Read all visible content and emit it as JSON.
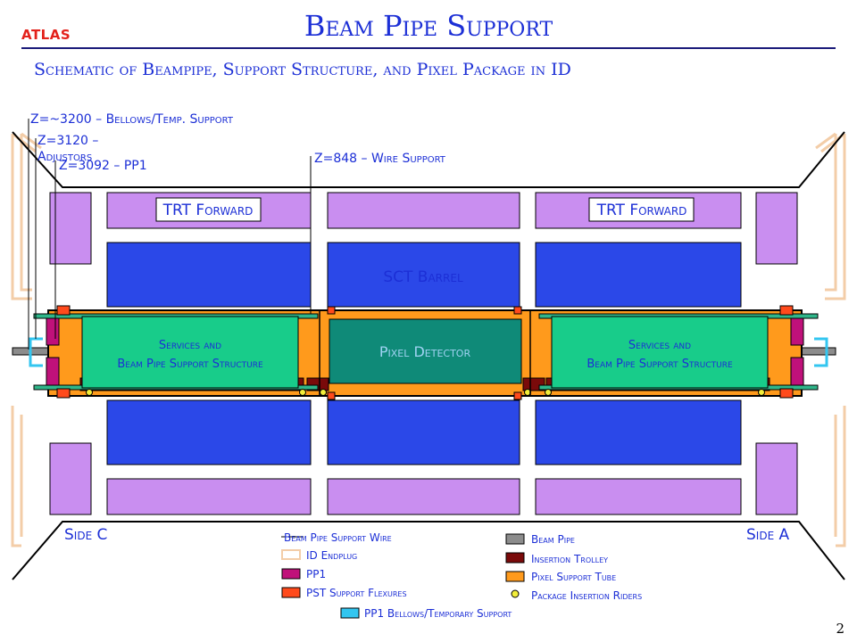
{
  "header": {
    "title": "Beam Pipe Support",
    "logo": "ATLAS",
    "subtitle": "Schematic of Beampipe, Support Structure, and Pixel Package in ID",
    "page_number": "2"
  },
  "annotations": {
    "z_3200": "Z=~3200 – Bellows/Temp. Support",
    "z_3120_line1": "Z=3120 –",
    "z_3120_line2": "Adjustors",
    "z_3092": "Z=3092 – PP1",
    "z_848": "Z=848 – Wire Support"
  },
  "regions": {
    "trt_forward_left": "TRT Forward",
    "trt_forward_right": "TRT Forward",
    "sct_barrel": "SCT Barrel",
    "pixel_detector": "Pixel Detector",
    "services_left_line1": "Services and",
    "services_left_line2": "Beam Pipe Support Structure",
    "services_right_line1": "Services and",
    "services_right_line2": "Beam Pipe Support Structure",
    "side_c": "Side C",
    "side_a": "Side A"
  },
  "legend": {
    "left": [
      {
        "label": "Beam Pipe Support Wire",
        "swatch": "line"
      },
      {
        "label": "ID Endplug",
        "swatch": "outline",
        "color": "#f3cda8"
      },
      {
        "label": "PP1",
        "swatch": "fill",
        "color": "#c0117a"
      },
      {
        "label": "PST Support Flexures",
        "swatch": "fill",
        "color": "#ff4a1c"
      }
    ],
    "right": [
      {
        "label": "Beam Pipe",
        "swatch": "fill",
        "color": "#8c8c8c"
      },
      {
        "label": "Insertion Trolley",
        "swatch": "fill",
        "color": "#7a0a0a"
      },
      {
        "label": "Pixel Support Tube",
        "swatch": "fill",
        "color": "#ff9a1c"
      },
      {
        "label": "Package Insertion Riders",
        "swatch": "circle",
        "color": "#f2ee3a"
      }
    ],
    "bottom": {
      "label": "PP1 Bellows/Temporary Support",
      "swatch": "fill",
      "color": "#33c6f0"
    }
  },
  "colors": {
    "title_blue": "#1c2fd6",
    "atlas_red": "#e3221c",
    "trt_purple": "#c98ef0",
    "sct_blue": "#2b48e8",
    "services_green": "#18cc8a",
    "pixel_teal": "#0f8a78",
    "support_tube_orange": "#ff9a1c",
    "endplug_peach": "#f3cda8"
  }
}
